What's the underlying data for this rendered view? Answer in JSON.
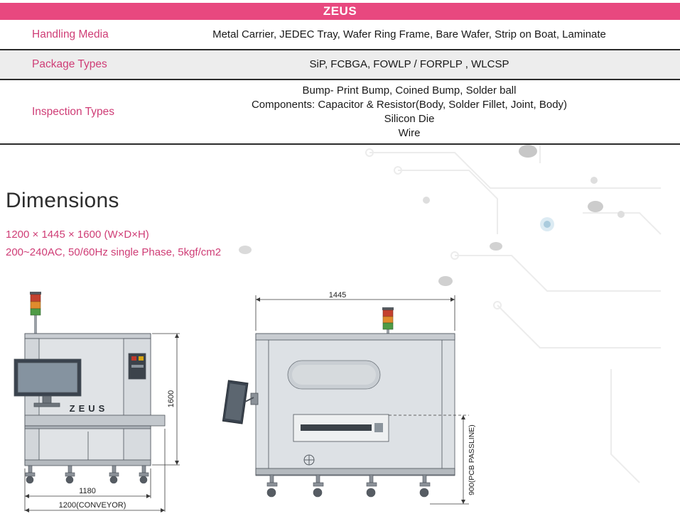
{
  "header": {
    "title": "ZEUS"
  },
  "colors": {
    "accent_pink": "#e8487f",
    "label_pink": "#cf3d76",
    "line_dark": "#2b2b2b"
  },
  "table": {
    "rows": [
      {
        "label": "Handling Media",
        "value": "Metal Carrier, JEDEC Tray, Wafer Ring Frame, Bare Wafer, Strip on Boat, Laminate"
      },
      {
        "label": "Package Types",
        "value": "SiP,  FCBGA, FOWLP / FORPLP , WLCSP"
      },
      {
        "label": "Inspection Types",
        "lines": [
          "Bump- Print Bump, Coined Bump, Solder ball",
          "Components: Capacitor & Resistor(Body, Solder Fillet, Joint, Body)",
          "Silicon Die",
          "Wire"
        ]
      }
    ]
  },
  "dimensions": {
    "heading": "Dimensions",
    "size_line": "1200 × 1445  × 1600 (W×D×H)",
    "power_line": "200~240AC, 50/60Hz single Phase, 5kgf/cm2"
  },
  "drawings": {
    "front": {
      "machine_label": "ZEUS",
      "height_dim": "1600",
      "width_dim": "1180",
      "conveyor_dim": "1200(CONVEYOR)"
    },
    "side": {
      "width_dim": "1445",
      "passline_dim": "900(PCB PASSLINE)"
    }
  }
}
